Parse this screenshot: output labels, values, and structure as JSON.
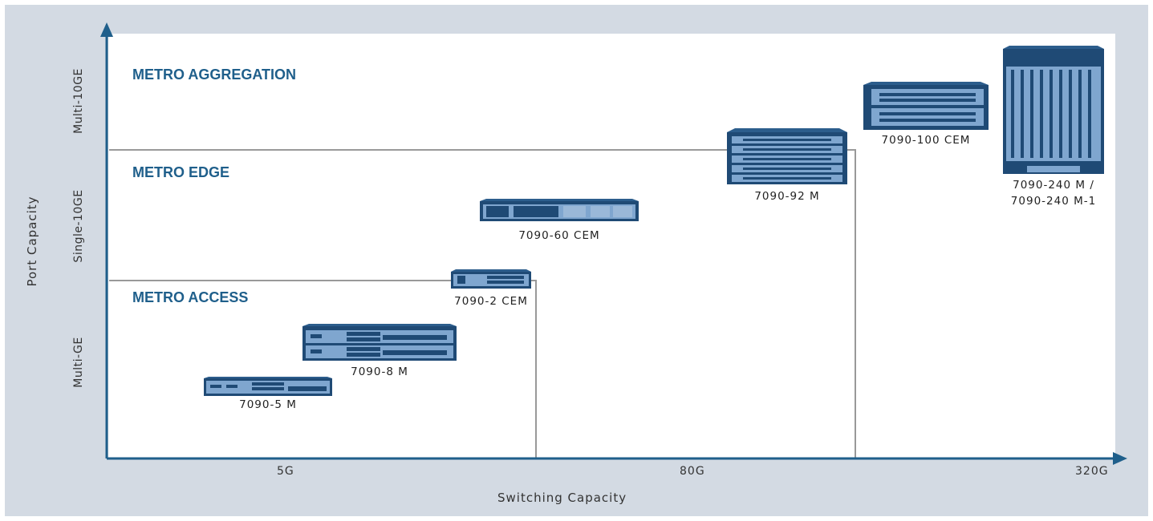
{
  "axes": {
    "x_label": "Switching Capacity",
    "y_label": "Port Capacity",
    "x_ticks": [
      "5G",
      "80G",
      "320G"
    ],
    "y_ticks": [
      "Multi-10GE",
      "Single-10GE",
      "Multi-GE"
    ]
  },
  "regions": {
    "aggregation": "METRO AGGREGATION",
    "edge": "METRO EDGE",
    "access": "METRO ACCESS"
  },
  "devices": {
    "d5m": "7090-5 M",
    "d8m": "7090-8 M",
    "d2cem": "7090-2 CEM",
    "d60cem": "7090-60 CEM",
    "d92m": "7090-92 M",
    "d100cem": "7090-100 CEM",
    "d240m_line1": "7090-240 M /",
    "d240m_line2": "7090-240 M-1"
  },
  "colors": {
    "frame_bg": "#d3dae3",
    "axis": "#1f5f8b",
    "region_text": "#1f5f8b",
    "device_body": "#1f4a75",
    "device_face": "#7fa6cf",
    "boundary_line": "#999999"
  }
}
